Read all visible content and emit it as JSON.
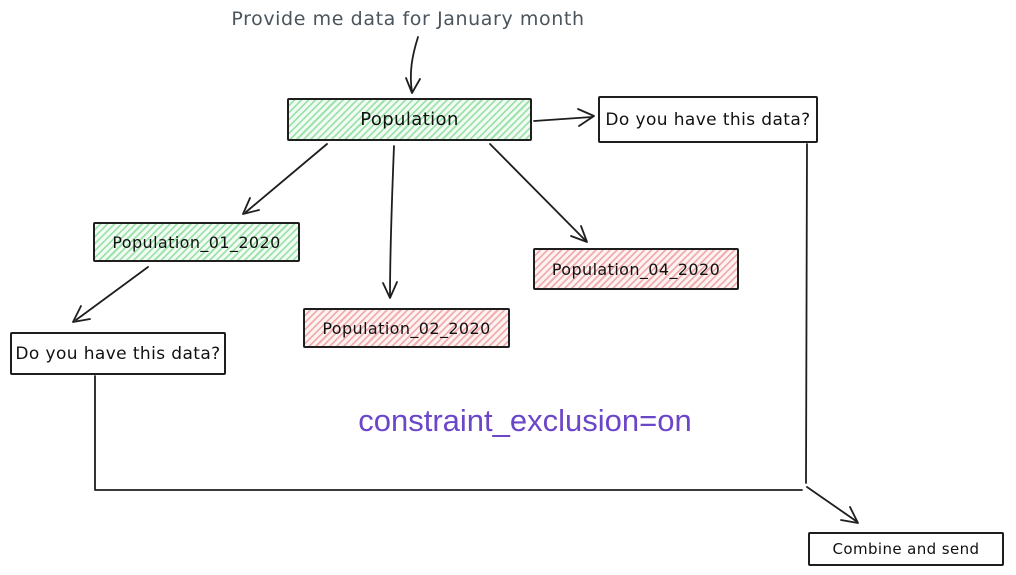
{
  "canvas": {
    "background": "#ffffff"
  },
  "prompt": {
    "text": "Provide me data for January month",
    "color": "#49545c"
  },
  "annotation": {
    "text": "constraint_exclusion=on",
    "color": "#6b46c8"
  },
  "nodes": {
    "population": {
      "label": "Population",
      "fill": "green"
    },
    "question_right": {
      "label": "Do you have this data?",
      "fill": "white"
    },
    "population_01": {
      "label": "Population_01_2020",
      "fill": "green"
    },
    "population_02": {
      "label": "Population_02_2020",
      "fill": "red"
    },
    "population_04": {
      "label": "Population_04_2020",
      "fill": "red"
    },
    "question_left": {
      "label": "Do you have this data?",
      "fill": "white"
    },
    "combine": {
      "label": "Combine and send",
      "fill": "white"
    }
  },
  "edges": [
    {
      "from": "prompt",
      "to": "population",
      "type": "arrow"
    },
    {
      "from": "population",
      "to": "question_right",
      "type": "arrow"
    },
    {
      "from": "population",
      "to": "population_01",
      "type": "arrow"
    },
    {
      "from": "population",
      "to": "population_02",
      "type": "arrow"
    },
    {
      "from": "population",
      "to": "population_04",
      "type": "arrow"
    },
    {
      "from": "population_01",
      "to": "question_left",
      "type": "arrow"
    },
    {
      "from": "question_left",
      "to": "combine",
      "type": "elbow-line"
    },
    {
      "from": "question_right",
      "to": "combine",
      "type": "arrow"
    }
  ],
  "colors": {
    "node_border": "#1e1e1e",
    "green_fill_stripe": "#9fe3ac",
    "red_fill_stripe": "#f2aeae",
    "arrow": "#1e1e1e"
  }
}
